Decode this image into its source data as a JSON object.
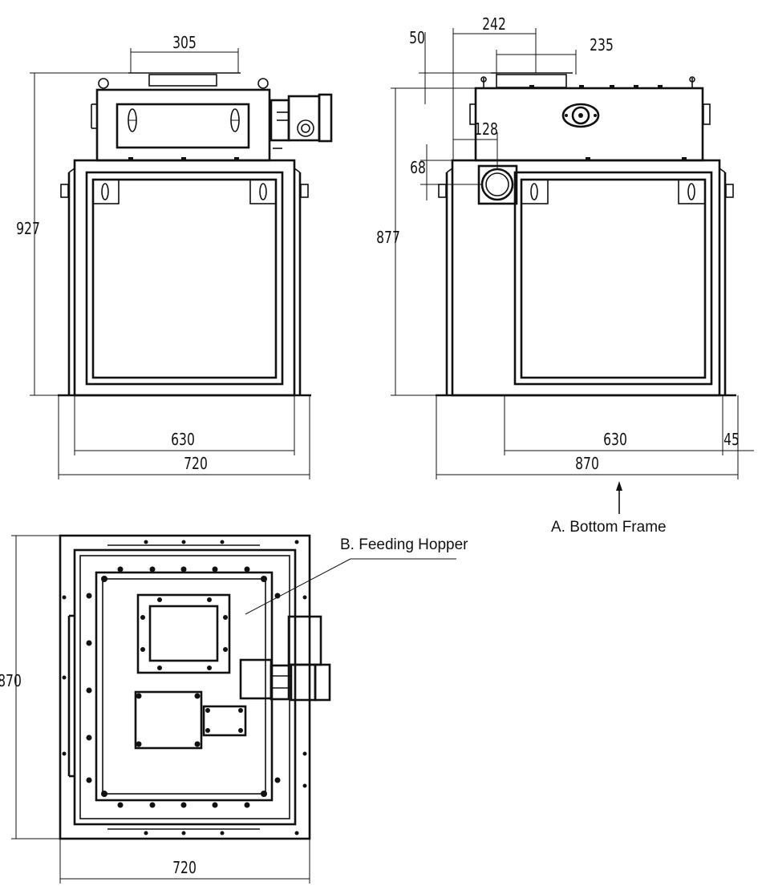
{
  "dimensions": {
    "front_top_width": "305",
    "front_height": "927",
    "front_inner_width": "630",
    "front_total_width": "720",
    "side_top_offset": "242",
    "side_top_width": "235",
    "side_top_height": "50",
    "side_port_offset": "128",
    "side_port_height": "68",
    "side_height": "877",
    "side_inner_width": "630",
    "side_flange": "45",
    "side_total_width": "870",
    "plan_depth": "870",
    "plan_width": "720"
  },
  "labels": {
    "bottom_frame": "A. Bottom Frame",
    "feeding_hopper": "B. Feeding Hopper"
  }
}
